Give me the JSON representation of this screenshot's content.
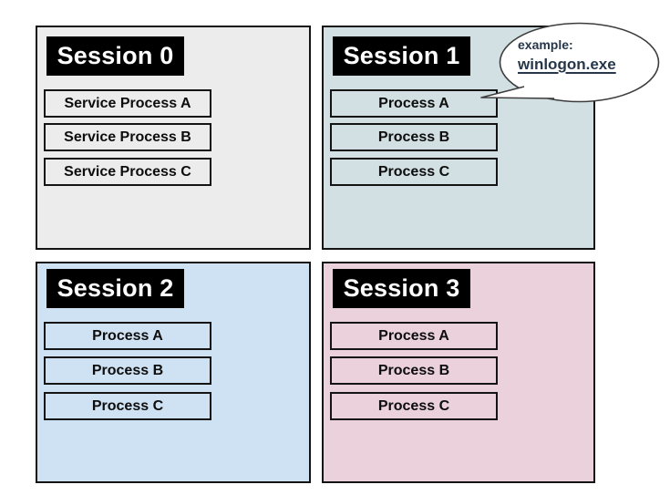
{
  "diagram": {
    "background": "#ffffff",
    "header_bg": "#000000",
    "header_text_color": "#ffffff",
    "process_text_color": "#0d0d0d",
    "sessions": [
      {
        "title": "Session 0",
        "bg": "#ececec",
        "processes": [
          "Service Process A",
          "Service Process B",
          "Service Process C"
        ]
      },
      {
        "title": "Session 1",
        "bg": "#d2e0e3",
        "processes": [
          "Process A",
          "Process B",
          "Process C"
        ]
      },
      {
        "title": "Session 2",
        "bg": "#cfe2f3",
        "processes": [
          "Process A",
          "Process B",
          "Process C"
        ]
      },
      {
        "title": "Session 3",
        "bg": "#ead1dc",
        "processes": [
          "Process A",
          "Process B",
          "Process C"
        ]
      }
    ],
    "callout": {
      "line1": "example:",
      "line2": "winlogon.exe",
      "fill": "#ffffff",
      "stroke": "#3d3d3d",
      "text_color": "#26374b"
    }
  }
}
